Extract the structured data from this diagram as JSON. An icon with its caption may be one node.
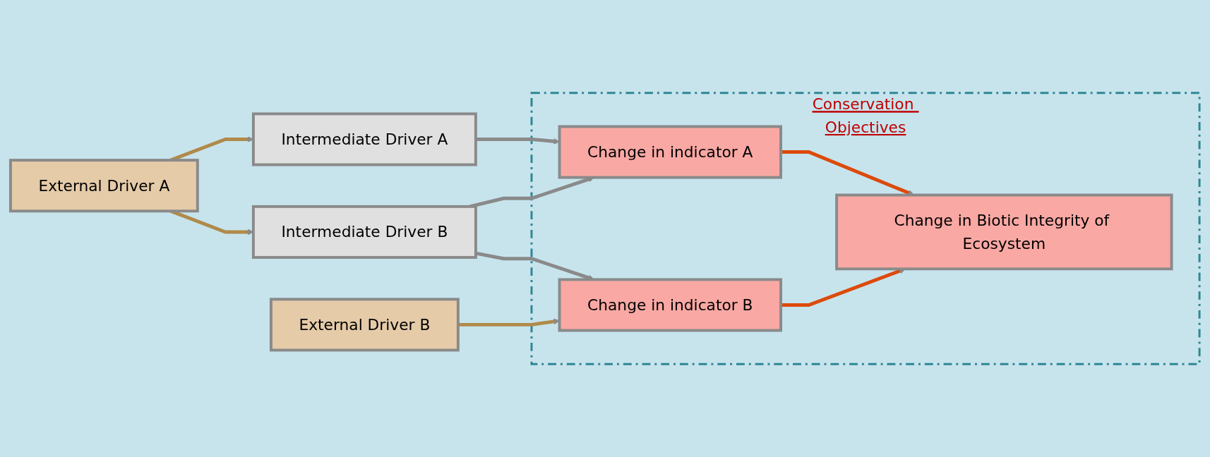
{
  "diagram": {
    "nodes": [
      {
        "text": [
          "External Driver A"
        ]
      },
      {
        "text": [
          "Intermediate Driver A"
        ]
      },
      {
        "text": [
          "External Driver B"
        ]
      },
      {
        "text": [
          "Intermediate Driver B"
        ]
      },
      {
        "text": [
          "Conservation Objectives"
        ]
      },
      {
        "text": [
          "Change in indicator A"
        ],
        "in": 4
      },
      {
        "text": [
          "Change in indicator B"
        ],
        "in": 4
      },
      {
        "text": [
          "Change in Biotic Integrity of Ecosystem"
        ],
        "in": 4
      }
    ],
    "edges": [
      {
        "from": 0,
        "to": 1,
        "arrow": "to",
        "color": "#b08a4a"
      },
      {
        "from": 0,
        "to": 3,
        "arrow": "to",
        "color": "#b08a4a"
      },
      {
        "from": 1,
        "to": 5,
        "arrow": "to"
      },
      {
        "from": 3,
        "to": 5,
        "arrow": "to"
      },
      {
        "from": 3,
        "to": 6,
        "arrow": "to"
      },
      {
        "from": 2,
        "to": 6,
        "arrow": "to",
        "color": "#b08a4a"
      },
      {
        "from": 5,
        "to": 7,
        "arrow": "to",
        "color": "#dd4a0a"
      },
      {
        "from": 6,
        "to": 7,
        "arrow": "to",
        "color": "#dd4a0a"
      }
    ]
  }
}
